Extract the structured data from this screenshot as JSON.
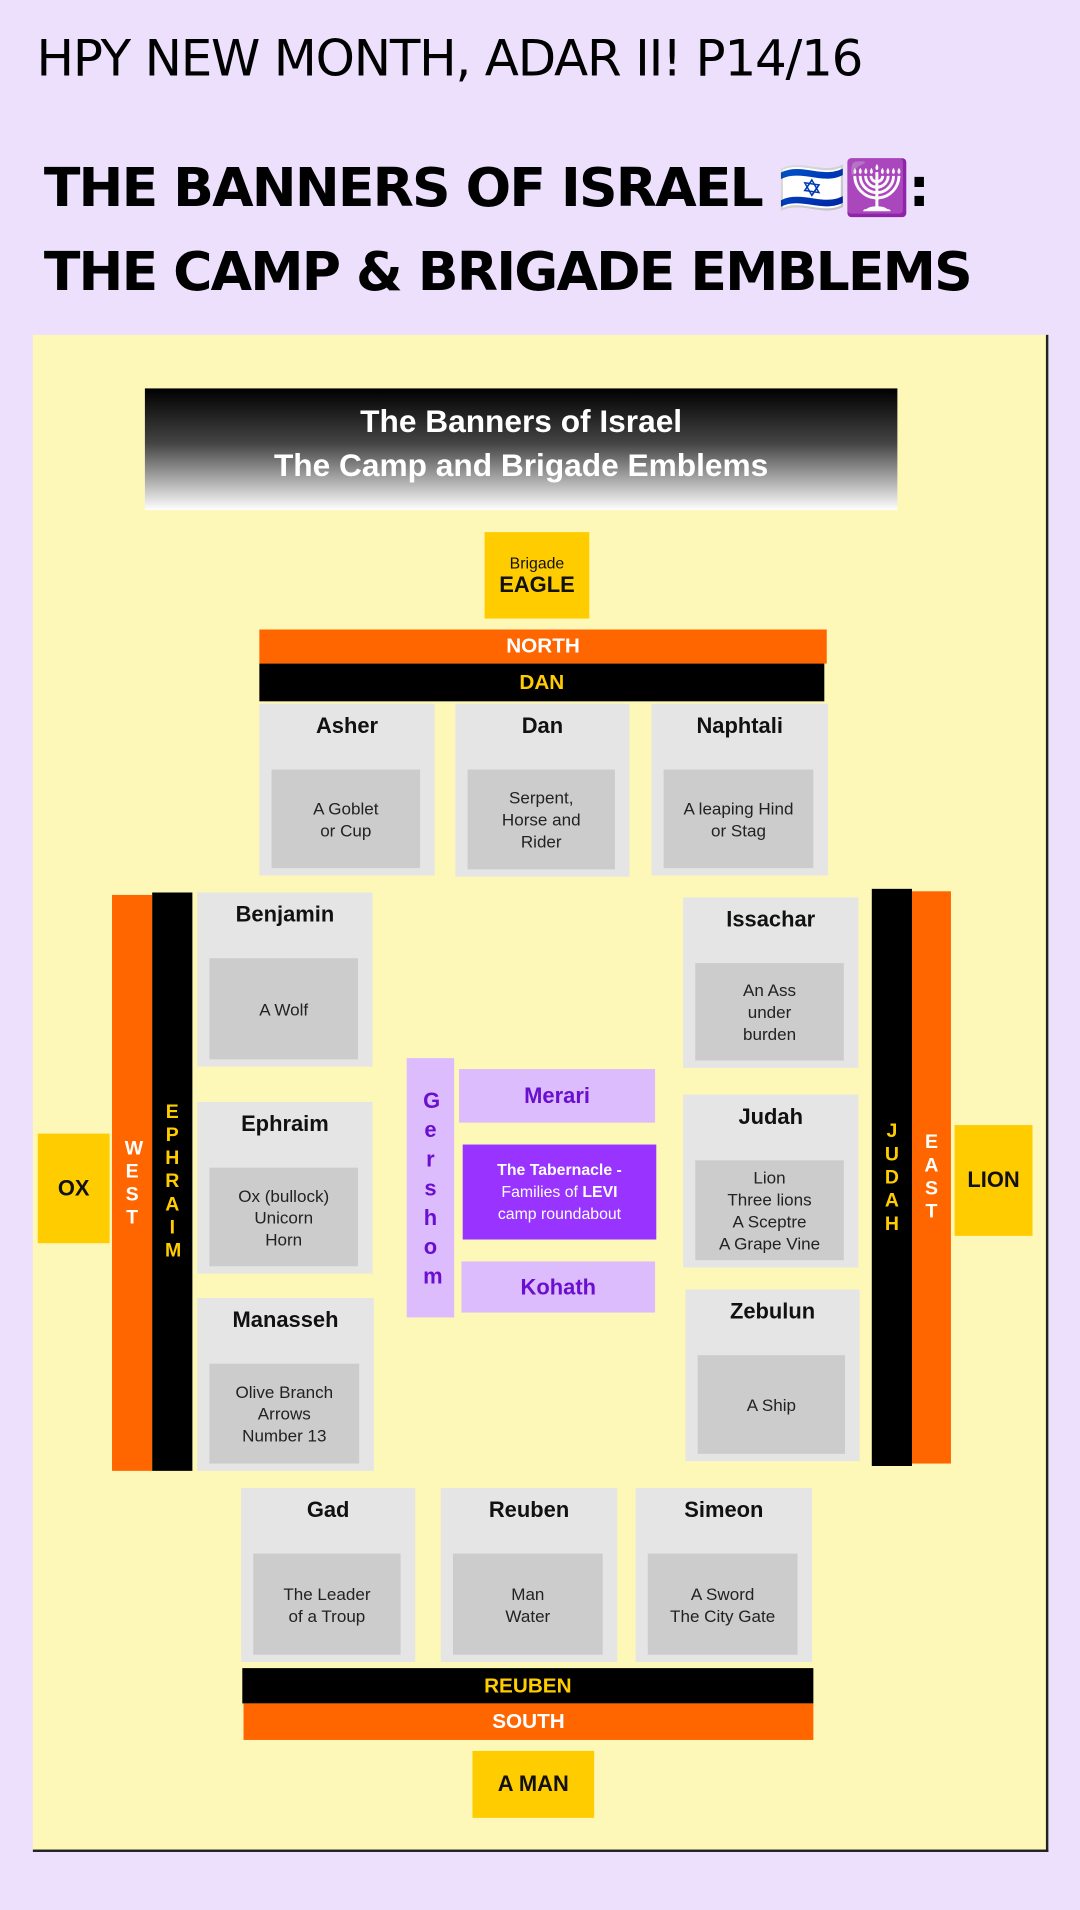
{
  "header": {
    "line1": "HPY NEW MONTH, ADAR II! P14/16",
    "title_line1": "THE BANNERS OF ISRAEL",
    "title_emoji1": "🇮🇱",
    "title_emoji2": "🕎",
    "title_colon": ":",
    "title_line2": "THE CAMP & BRIGADE EMBLEMS"
  },
  "diagram": {
    "banner_title": "The Banners of Israel",
    "banner_subtitle": "The Camp and Brigade Emblems",
    "north": {
      "brigade_label": "Brigade",
      "brigade": "EAGLE",
      "direction": "NORTH",
      "camp": "DAN",
      "tribes": [
        {
          "name": "Asher",
          "emblem": "A Goblet\nor Cup"
        },
        {
          "name": "Dan",
          "emblem": "Serpent,\nHorse and\nRider"
        },
        {
          "name": "Naphtali",
          "emblem": "A leaping Hind\nor Stag"
        }
      ]
    },
    "west": {
      "brigade": "OX",
      "direction": "W E S T",
      "camp": "E P H R A I M",
      "tribes": [
        {
          "name": "Benjamin",
          "emblem": "A Wolf"
        },
        {
          "name": "Ephraim",
          "emblem": "Ox (bullock)\nUnicorn\nHorn"
        },
        {
          "name": "Manasseh",
          "emblem": "Olive Branch\nArrows\nNumber 13"
        }
      ]
    },
    "east": {
      "brigade": "LION",
      "direction": "E A S T",
      "camp": "J U D A H",
      "tribes": [
        {
          "name": "Issachar",
          "emblem": "An Ass\nunder\nburden"
        },
        {
          "name": "Judah",
          "emblem": "Lion\nThree lions\nA Sceptre\nA Grape Vine"
        },
        {
          "name": "Zebulun",
          "emblem": "A Ship"
        }
      ]
    },
    "south": {
      "brigade": "A MAN",
      "direction": "SOUTH",
      "camp": "REUBEN",
      "tribes": [
        {
          "name": "Gad",
          "emblem": "The Leader\nof a Troup"
        },
        {
          "name": "Reuben",
          "emblem": "Man\nWater"
        },
        {
          "name": "Simeon",
          "emblem": "A Sword\nThe City Gate"
        }
      ]
    },
    "center": {
      "gershom": "G e r s h o m",
      "merari": "Merari",
      "kohath": "Kohath",
      "tabernacle_line1": "The Tabernacle -",
      "tabernacle_line2a": "Families of ",
      "tabernacle_line2b": "LEVI",
      "tabernacle_line3": "camp roundabout"
    }
  }
}
